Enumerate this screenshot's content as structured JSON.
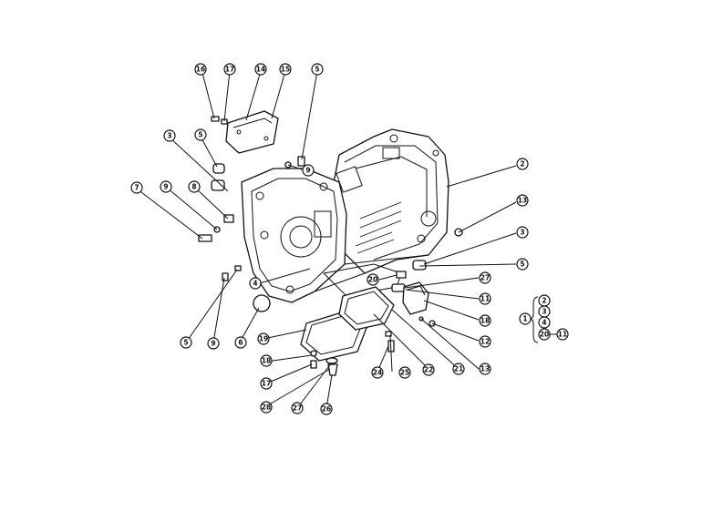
{
  "callouts": [
    {
      "label": "16"
    },
    {
      "label": "17"
    },
    {
      "label": "14"
    },
    {
      "label": "15"
    },
    {
      "label": "5"
    },
    {
      "label": "3"
    },
    {
      "label": "5"
    },
    {
      "label": "9"
    },
    {
      "label": "2"
    },
    {
      "label": "13"
    },
    {
      "label": "7"
    },
    {
      "label": "9"
    },
    {
      "label": "8"
    },
    {
      "label": "3"
    },
    {
      "label": "5"
    },
    {
      "label": "4"
    },
    {
      "label": "20"
    },
    {
      "label": "27"
    },
    {
      "label": "11"
    },
    {
      "label": "18"
    },
    {
      "label": "12"
    },
    {
      "label": "13"
    },
    {
      "label": "21"
    },
    {
      "label": "22"
    },
    {
      "label": "24"
    },
    {
      "label": "25"
    },
    {
      "label": "6"
    },
    {
      "label": "9"
    },
    {
      "label": "5"
    },
    {
      "label": "19"
    },
    {
      "label": "18"
    },
    {
      "label": "17"
    },
    {
      "label": "28"
    },
    {
      "label": "27"
    },
    {
      "label": "26"
    }
  ],
  "legend": {
    "main": "1",
    "items": [
      "2",
      "3",
      "4",
      "20",
      "11"
    ]
  }
}
